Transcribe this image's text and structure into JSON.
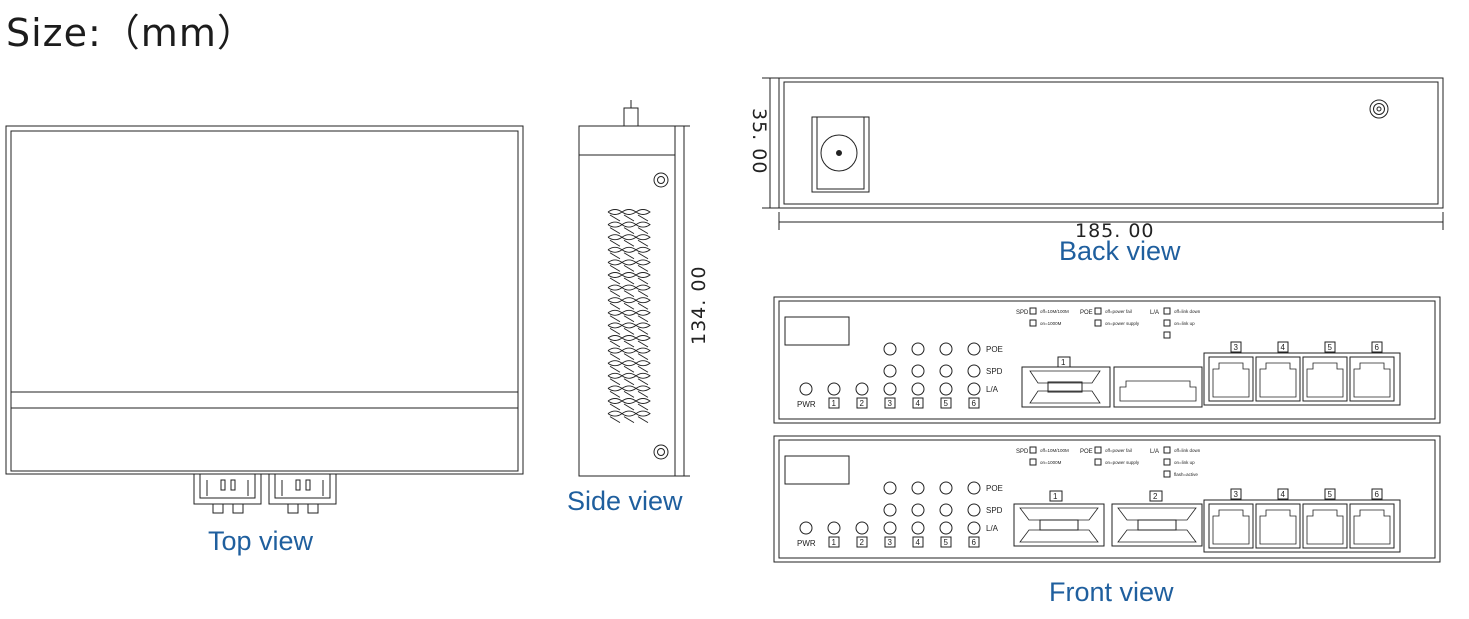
{
  "title": "Size:（mm）",
  "views": {
    "top": "Top view",
    "side": "Side view",
    "back": "Back view",
    "front": "Front view"
  },
  "dimensions": {
    "height": "35. 00",
    "length": "134. 00",
    "width": "185. 00"
  },
  "front_panel": {
    "led_rows": [
      "POE",
      "SPD",
      "L/A"
    ],
    "pwr_label": "PWR",
    "port_numbers": [
      "1",
      "2",
      "3",
      "4",
      "5",
      "6"
    ],
    "legend_spd": "SPD",
    "legend_spd_off": "off=10M/100M",
    "legend_spd_on": "on=1000M",
    "legend_poe": "POE",
    "legend_poe_off": "off=power fail",
    "legend_poe_on": "on=power supply",
    "legend_la": "L/A",
    "legend_la_off": "off=link down",
    "legend_la_on": "on=link up",
    "legend_la_flash": "flash=active",
    "rj45_labels": [
      "3",
      "4",
      "5",
      "6"
    ],
    "sfp_labels_upper": [
      "1"
    ],
    "sfp_labels_lower": [
      "1",
      "2"
    ]
  }
}
